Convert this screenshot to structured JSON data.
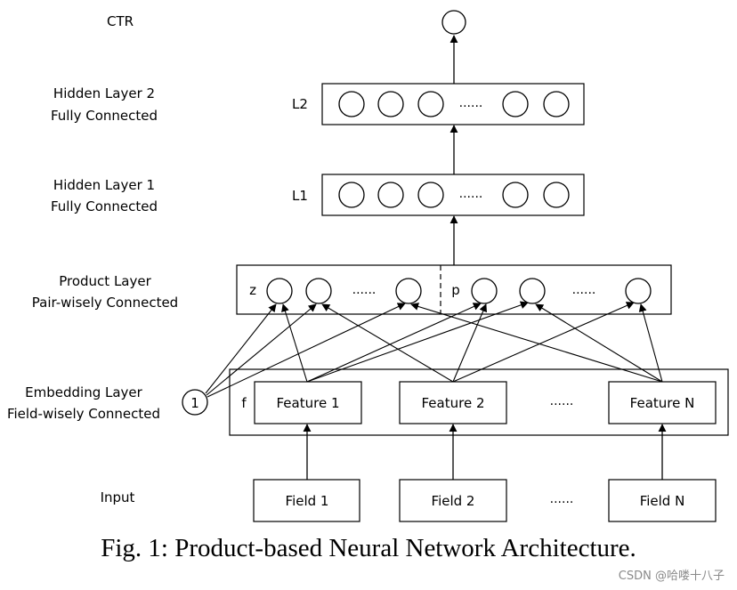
{
  "layers": {
    "ctr": "CTR",
    "hidden2": [
      "Hidden Layer 2",
      "Fully Connected"
    ],
    "hidden1": [
      "Hidden Layer 1",
      "Fully Connected"
    ],
    "product": [
      "Product Layer",
      "Pair-wisely Connected"
    ],
    "embedding": [
      "Embedding Layer",
      "Field-wisely Connected"
    ],
    "input": "Input"
  },
  "tags": {
    "l2": "L2",
    "l1": "L1",
    "z": "z",
    "p": "p",
    "f": "f",
    "one": "1"
  },
  "ellipsis": "......",
  "features": [
    "Feature 1",
    "Feature 2",
    "Feature N"
  ],
  "fields": [
    "Field 1",
    "Field 2",
    "Field N"
  ],
  "caption": "Fig. 1: Product-based Neural Network Architecture.",
  "watermark": "CSDN @哈喽十八子"
}
